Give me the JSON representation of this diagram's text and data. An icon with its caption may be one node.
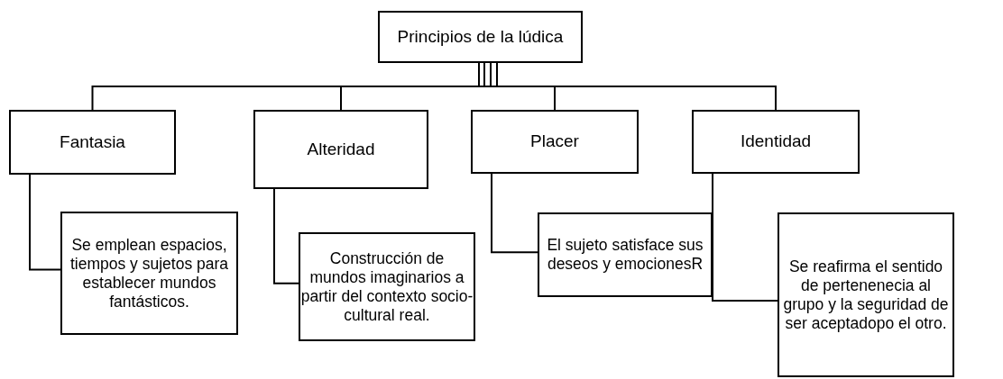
{
  "diagram": {
    "nodes": [
      {
        "text": [
          "Principios de la lúdica"
        ]
      },
      {
        "text": [
          "Fantasia"
        ]
      },
      {
        "text": [
          "Alteridad"
        ]
      },
      {
        "text": [
          "Placer"
        ]
      },
      {
        "text": [
          "Identidad"
        ]
      },
      {
        "text": [
          "Se emplean espacios, tiempos y sujetos para establecer mundos fantásticos."
        ]
      },
      {
        "text": [
          "Construcción de mundos imaginarios a partir del contexto socio-cultural real."
        ]
      },
      {
        "text": [
          "El sujeto satisface sus deseos y emocionesR"
        ]
      },
      {
        "text": [
          "Se reafirma el sentido de pertenenecia al grupo y la seguridad de ser aceptadopo el otro."
        ]
      }
    ],
    "edges": [
      {
        "from": 0,
        "to": 1,
        "arrow": "none"
      },
      {
        "from": 0,
        "to": 2,
        "arrow": "none"
      },
      {
        "from": 0,
        "to": 3,
        "arrow": "none"
      },
      {
        "from": 0,
        "to": 4,
        "arrow": "none"
      },
      {
        "from": 1,
        "to": 5,
        "arrow": "none"
      },
      {
        "from": 2,
        "to": 6,
        "arrow": "none"
      },
      {
        "from": 3,
        "to": 7,
        "arrow": "none"
      },
      {
        "from": 4,
        "to": 8,
        "arrow": "none"
      }
    ]
  }
}
